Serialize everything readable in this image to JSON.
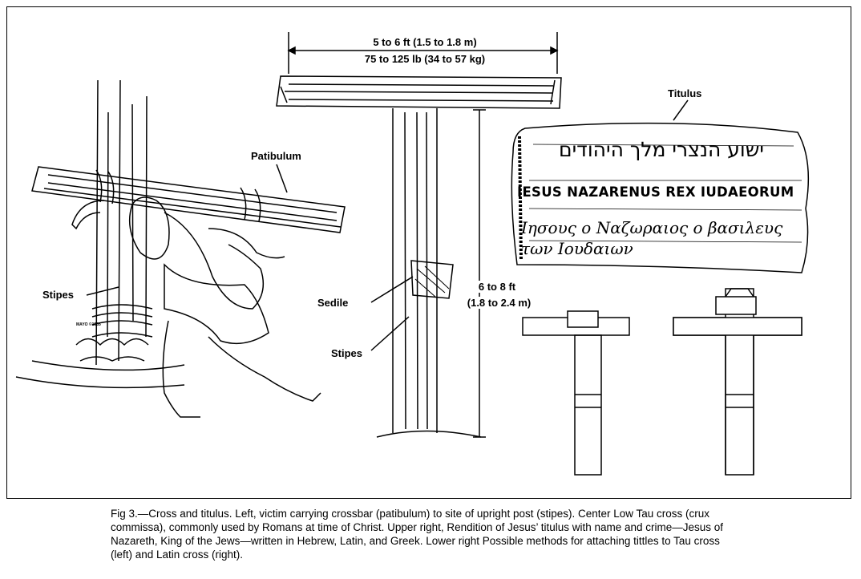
{
  "figure": {
    "dimensions": {
      "crossbar_length": "5 to 6 ft   (1.5 to 1.8 m)",
      "crossbar_weight": "75 to 125 lb   (34 to 57 kg)",
      "upright_height": "6 to 8 ft",
      "upright_height_metric": "(1.8 to 2.4 m)"
    },
    "labels": {
      "patibulum": "Patibulum",
      "stipes_left": "Stipes",
      "sedile": "Sedile",
      "stipes_center": "Stipes",
      "titulus": "Titulus"
    },
    "titulus_inscription": {
      "hebrew": "ישוע הנצרי מלך היהודים",
      "latin": "IESUS NAZARENUS REX IUDAEORUM",
      "greek_line1": "Ιησους ο Ναζωραιος ο βασιλευς",
      "greek_line2": "των Ιουδαιων"
    },
    "artist_signature": "MAYO ©1985"
  },
  "caption": "Fig 3.—Cross and titulus. Left, victim carrying crossbar (patibulum) to site of upright post (stipes). Center Low Tau cross (crux commissa), commonly used by Romans at time of Christ. Upper right, Rendition of Jesus’ titulus with name and crime—Jesus of Nazareth, King of the Jews—written in Hebrew, Latin, and Greek. Lower right Possible methods for attaching tittles to Tau cross (left) and Latin cross (right)."
}
